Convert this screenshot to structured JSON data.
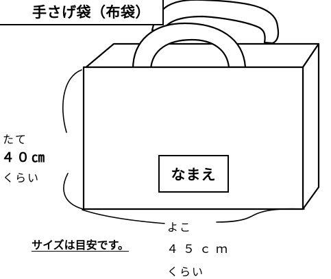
{
  "title": "手さげ袋（布袋）",
  "name_label": "なまえ",
  "height": {
    "label": "たて",
    "value": "４０㎝",
    "approx": "くらい"
  },
  "width": {
    "label": "よこ",
    "value": "４５ｃｍ",
    "approx": "くらい"
  },
  "note": "サイズは目安です。"
}
